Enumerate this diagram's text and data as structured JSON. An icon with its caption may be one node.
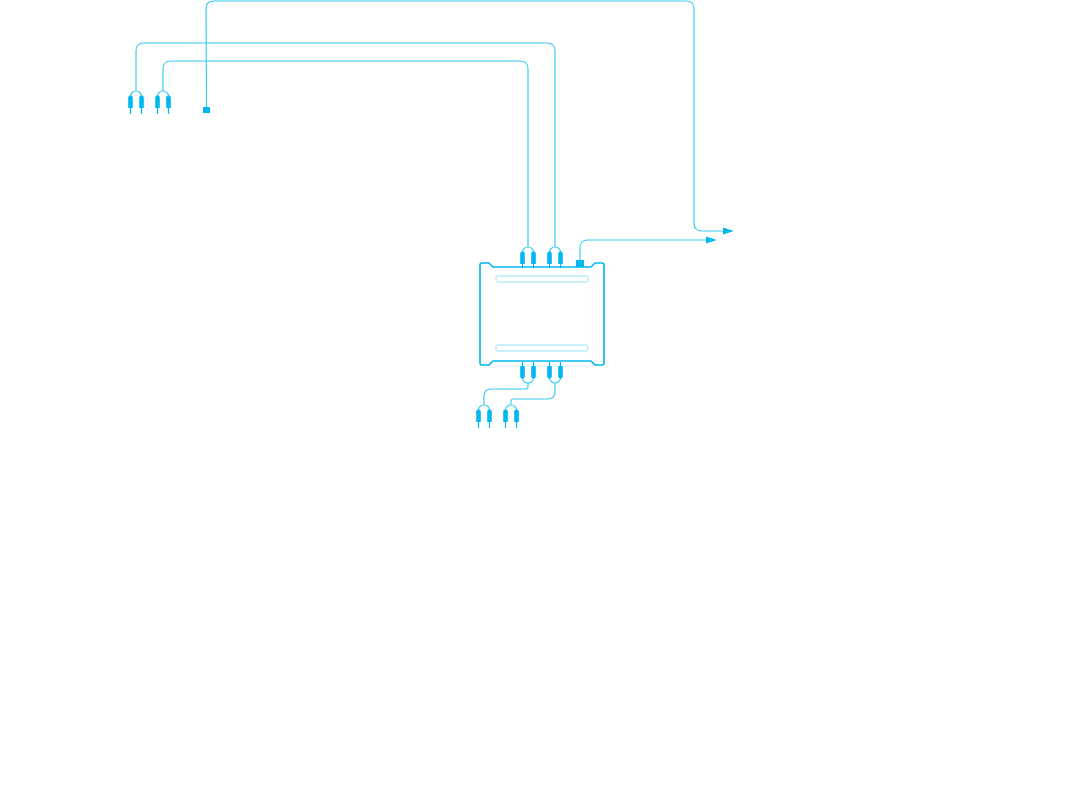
{
  "diagram": {
    "nodes": [
      {
        "text": [],
        "shape": "plug"
      },
      {
        "text": [],
        "shape": "plug"
      },
      {
        "text": [],
        "shape": "box"
      },
      {
        "text": [],
        "shape": "device"
      },
      {
        "text": [],
        "shape": "plug"
      },
      {
        "text": [],
        "shape": "plug"
      },
      {
        "text": [],
        "shape": "box"
      },
      {
        "text": [],
        "shape": "plug"
      },
      {
        "text": [],
        "shape": "plug"
      },
      {
        "text": [],
        "shape": "plug"
      },
      {
        "text": [],
        "shape": "plug"
      }
    ],
    "edges": [
      {
        "from": 0,
        "to": 5,
        "arrow": "none"
      },
      {
        "from": 1,
        "to": 4,
        "arrow": "none"
      },
      {
        "from": 2,
        "to": null,
        "arrow": "to"
      },
      {
        "from": 6,
        "to": null,
        "arrow": "to"
      },
      {
        "from": 7,
        "to": 9,
        "arrow": "none"
      },
      {
        "from": 8,
        "to": 10,
        "arrow": "none"
      }
    ]
  }
}
